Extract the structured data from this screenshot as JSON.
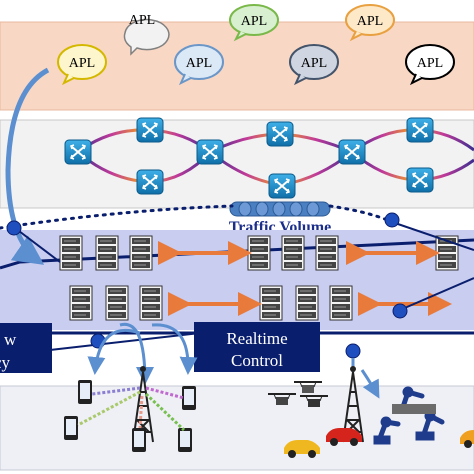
{
  "apl_bubbles": [
    {
      "label": "APL",
      "fill": "#f2f2f2",
      "stroke": "#808080"
    },
    {
      "label": "APL",
      "fill": "#d8f0d0",
      "stroke": "#7ab84a"
    },
    {
      "label": "APL",
      "fill": "#fde8c8",
      "stroke": "#e8a040"
    },
    {
      "label": "APL",
      "fill": "#fdf6cc",
      "stroke": "#d4b800"
    },
    {
      "label": "APL",
      "fill": "#dbe8f6",
      "stroke": "#6a96c8"
    },
    {
      "label": "APL",
      "fill": "#cfd6e2",
      "stroke": "#44546a"
    },
    {
      "label": "APL",
      "fill": "#ffffff",
      "stroke": "#000000"
    }
  ],
  "traffic_label": "Traffic Volume",
  "realtime_label_line1": "Realtime",
  "realtime_label_line2": "Control",
  "left_label_line1": "w",
  "left_label_line2": "cy",
  "colors": {
    "app_layer": "#f8d7c4",
    "network_layer": "#f2f2f2",
    "compute_layer": "#c9cdf0",
    "device_layer": "#eef0f6",
    "dark_blue": "#0a1e6e",
    "arrow_orange": "#e87a3c",
    "arrow_blue": "#5b8fd0",
    "router_blue": "#1b8fcf"
  }
}
